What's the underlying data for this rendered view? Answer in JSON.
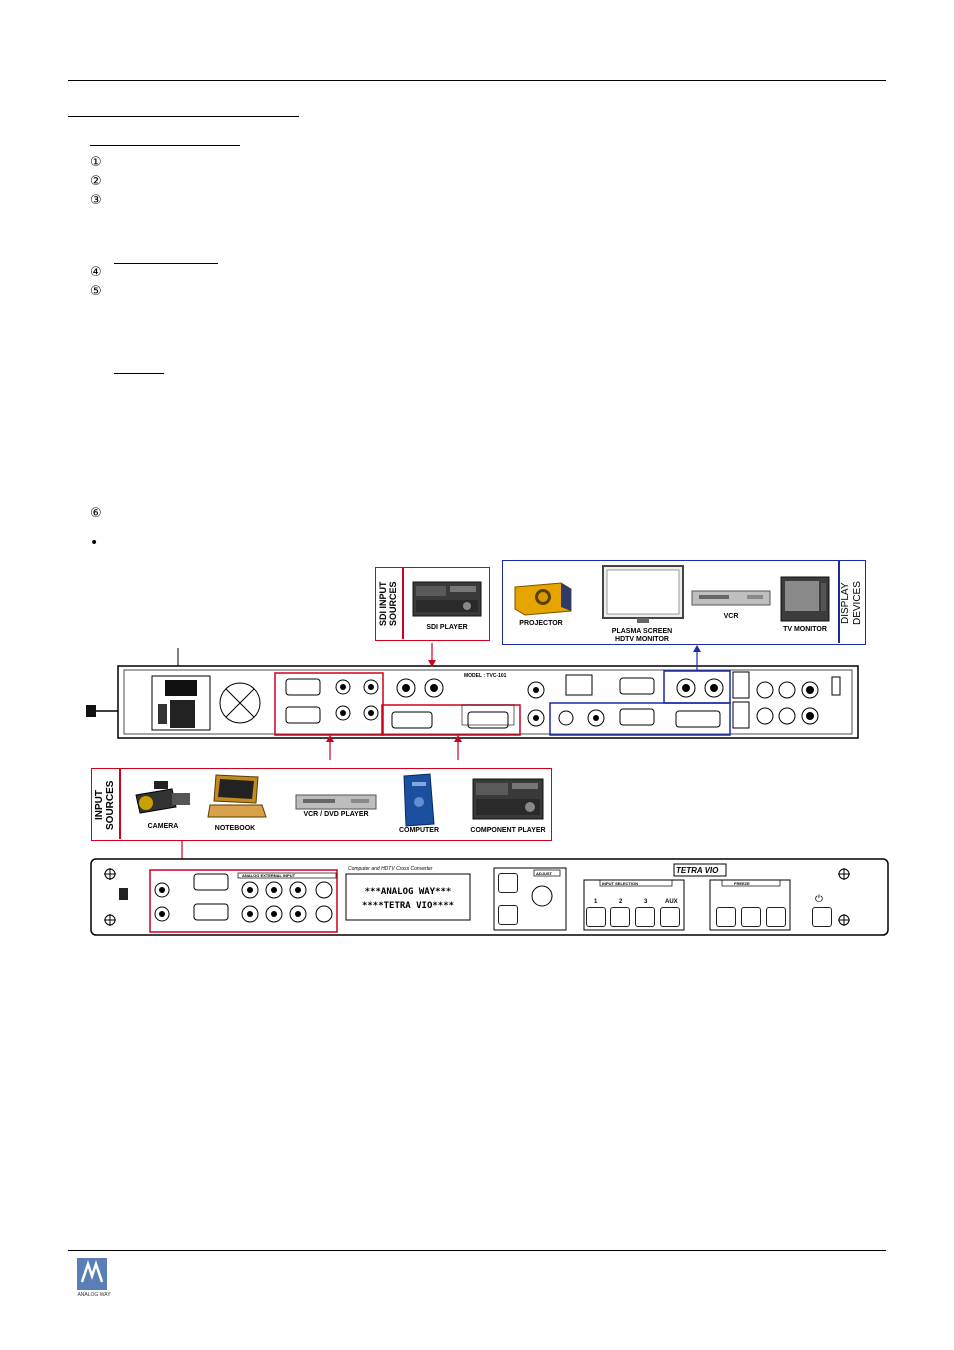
{
  "bullets": {
    "n1": "①",
    "n2": "②",
    "n3": "③",
    "n4": "④",
    "n5": "⑤",
    "n6": "⑥",
    "dot": "•"
  },
  "sdi": {
    "header": "SDI INPUT SOURCES",
    "player": "SDI PLAYER"
  },
  "display": {
    "header": "DISPLAY DEVICES",
    "projector": "PROJECTOR",
    "plasma": "PLASMA SCREEN HDTV MONITOR",
    "vcr": "VCR",
    "tv": "TV MONITOR"
  },
  "inputs": {
    "header": "INPUT SOURCES",
    "camera": "CAMERA",
    "notebook": "NOTEBOOK",
    "vcr_dvd": "VCR / DVD PLAYER",
    "computer": "COMPUTER",
    "component": "COMPONENT PLAYER"
  },
  "rear": {
    "model": "MODEL : TVC-101"
  },
  "front": {
    "caption": "Computer and HDTV Cross Converter",
    "display_line1": "***ANALOG WAY***",
    "display_line2": "****TETRA   VIO****",
    "brand": "TETRA VIO",
    "input_selection": "INPUT SELECTION",
    "btn1": "1",
    "btn2": "2",
    "btn3": "3",
    "btn_aux": "AUX",
    "adjust": "ADJUST",
    "ext_input": "ANALOG EXTERNAL INPUT",
    "freeze": "FREEZE",
    "power_symbol": "⏻"
  },
  "logo": {
    "text": "ANALOG WAY"
  }
}
